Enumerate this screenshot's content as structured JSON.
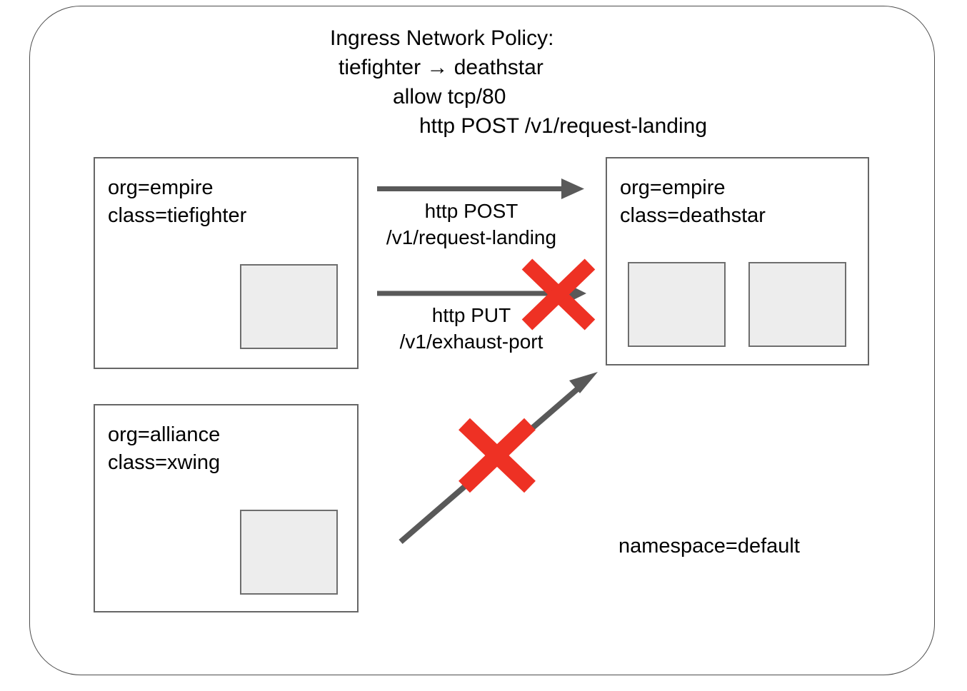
{
  "diagram": {
    "title_lines": [
      "Ingress Network Policy:",
      "tiefighter → deathstar",
      "allow tcp/80",
      "http POST /v1/request-landing"
    ],
    "namespace_label": "namespace=default",
    "colors": {
      "arrow_gray": "#595959",
      "deny_red": "#ee3124",
      "box_border": "#666666",
      "pod_fill": "#ededed",
      "pod_border": "#6e6e6e",
      "boundary": "#4d4d4d",
      "text": "#000000"
    },
    "endpoints": [
      {
        "id": "tiefighter",
        "labels": [
          "org=empire",
          "class=tiefighter"
        ],
        "pod_count": 1
      },
      {
        "id": "xwing",
        "labels": [
          "org=alliance",
          "class=xwing"
        ],
        "pod_count": 1
      },
      {
        "id": "deathstar",
        "labels": [
          "org=empire",
          "class=deathstar"
        ],
        "pod_count": 2
      }
    ],
    "flows": [
      {
        "id": "post-request-landing",
        "from": "tiefighter",
        "to": "deathstar",
        "label_lines": [
          "http POST",
          "/v1/request-landing"
        ],
        "allowed": true,
        "blocked_marker": ""
      },
      {
        "id": "put-exhaust-port",
        "from": "tiefighter",
        "to": "deathstar",
        "label_lines": [
          "http PUT",
          "/v1/exhaust-port"
        ],
        "allowed": false,
        "blocked_marker": "red-x"
      },
      {
        "id": "xwing-to-deathstar",
        "from": "xwing",
        "to": "deathstar",
        "label_lines": [],
        "allowed": false,
        "blocked_marker": "red-x"
      }
    ]
  }
}
